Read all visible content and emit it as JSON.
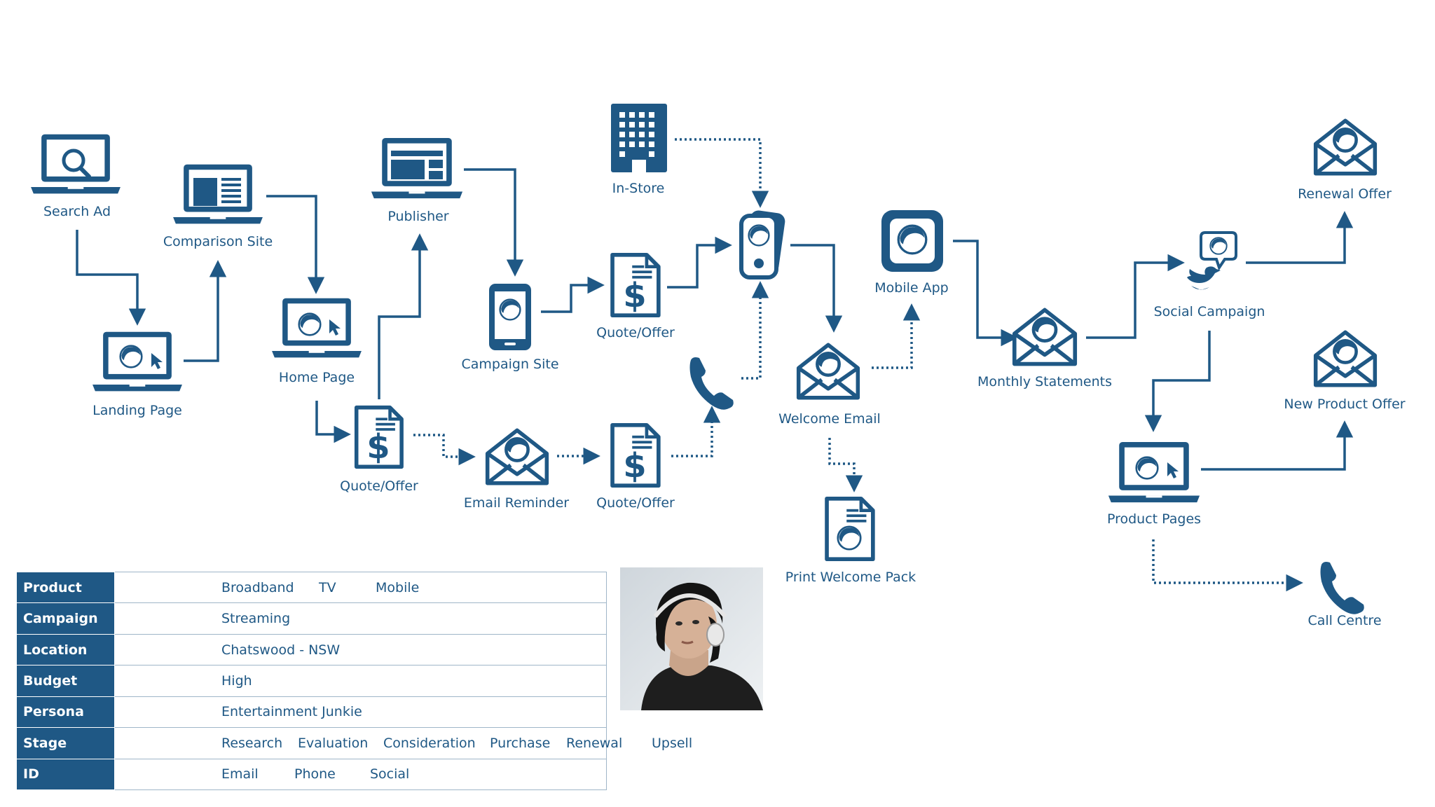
{
  "colors": {
    "brand_blue": "#1f5885",
    "line_blue": "#1f5885",
    "table_border": "#9fb6c8",
    "header_text": "#ffffff"
  },
  "nodes": {
    "search_ad": {
      "label": "Search Ad",
      "icon": "laptop-search-icon"
    },
    "comparison_site": {
      "label": "Comparison Site",
      "icon": "laptop-comparison-icon"
    },
    "landing_page": {
      "label": "Landing Page",
      "icon": "laptop-user-icon"
    },
    "publisher": {
      "label": "Publisher",
      "icon": "laptop-publisher-icon"
    },
    "home_page": {
      "label": "Home Page",
      "icon": "laptop-user-icon"
    },
    "quote_offer_1": {
      "label": "Quote/Offer",
      "icon": "quote-document-icon"
    },
    "in_store": {
      "label": "In-Store",
      "icon": "building-icon"
    },
    "campaign_site": {
      "label": "Campaign Site",
      "icon": "mobile-phone-icon"
    },
    "quote_offer_2": {
      "label": "Quote/Offer",
      "icon": "quote-document-icon"
    },
    "email_reminder": {
      "label": "Email Reminder",
      "icon": "email-user-icon"
    },
    "quote_offer_3": {
      "label": "Quote/Offer",
      "icon": "quote-document-icon"
    },
    "loyalty_card": {
      "label": "",
      "icon": "loyalty-card-icon"
    },
    "phone": {
      "label": "",
      "icon": "phone-icon"
    },
    "mobile_app": {
      "label": "Mobile App",
      "icon": "mobile-app-icon"
    },
    "welcome_email": {
      "label": "Welcome Email",
      "icon": "email-user-icon"
    },
    "print_welcome_pack": {
      "label": "Print Welcome Pack",
      "icon": "print-document-icon"
    },
    "monthly_statements": {
      "label": "Monthly Statements",
      "icon": "email-user-icon"
    },
    "social_campaign": {
      "label": "Social Campaign",
      "icon": "social-bubble-icon"
    },
    "renewal_offer": {
      "label": "Renewal Offer",
      "icon": "email-user-icon"
    },
    "new_product_offer": {
      "label": "New Product Offer",
      "icon": "email-user-icon"
    },
    "product_pages": {
      "label": "Product Pages",
      "icon": "laptop-user-icon"
    },
    "call_centre": {
      "label": "Call Centre",
      "icon": "phone-icon"
    }
  },
  "table": {
    "rows": [
      {
        "header": "Product",
        "values": [
          "Broadband",
          "TV",
          "Mobile"
        ]
      },
      {
        "header": "Campaign",
        "values": [
          "Streaming"
        ]
      },
      {
        "header": "Location",
        "values": [
          "Chatswood - NSW"
        ]
      },
      {
        "header": "Budget",
        "values": [
          "High"
        ]
      },
      {
        "header": "Persona",
        "values": [
          "Entertainment Junkie"
        ]
      },
      {
        "header": "Stage",
        "values": [
          "Research",
          "Evaluation",
          "Consideration",
          "Purchase",
          "Renewal",
          "Upsell"
        ]
      },
      {
        "header": "ID",
        "values": [
          "Email",
          "Phone",
          "Social"
        ]
      }
    ]
  },
  "persona_photo": {
    "icon": "persona-photo"
  }
}
